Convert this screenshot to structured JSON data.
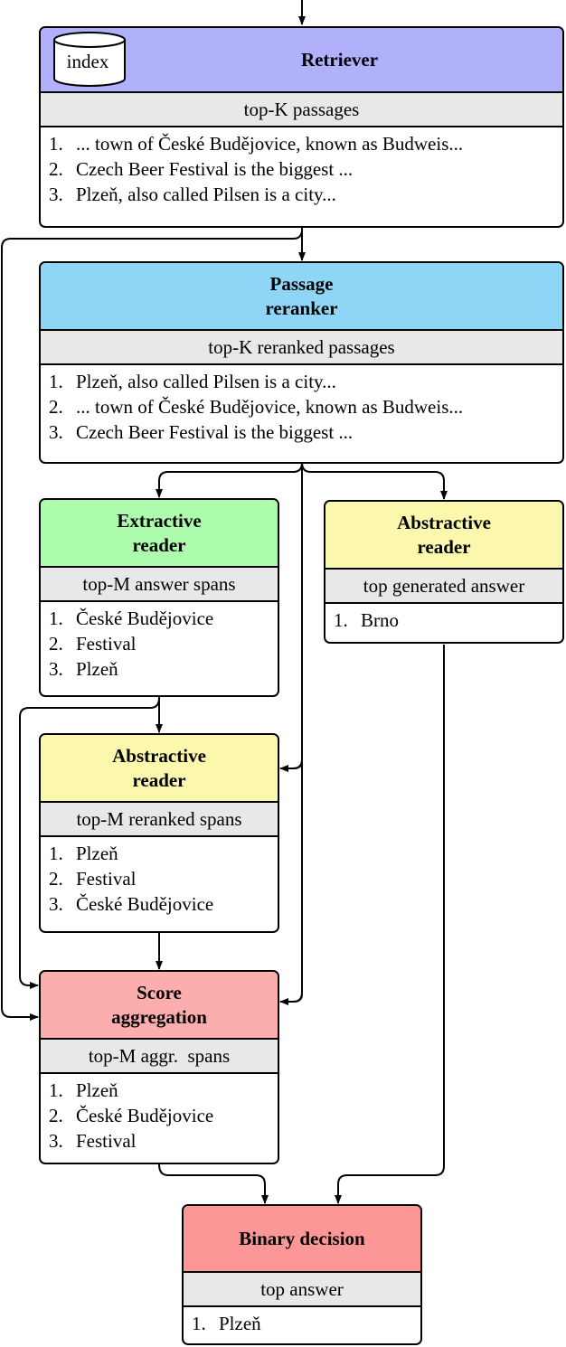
{
  "retriever": {
    "title": "Retriever",
    "index_label": "index",
    "subheader": "top-K passages",
    "items": [
      {
        "num": "1.",
        "text": "... town of České Budějovice, known as Budweis..."
      },
      {
        "num": "2.",
        "text": "Czech Beer Festival is the biggest ..."
      },
      {
        "num": "3.",
        "text": "Plzeň, also called Pilsen is a city..."
      }
    ]
  },
  "reranker": {
    "title_line1": "Passage",
    "title_line2": "reranker",
    "subheader": "top-K reranked passages",
    "items": [
      {
        "num": "1.",
        "text": "Plzeň, also called Pilsen is a city..."
      },
      {
        "num": "2.",
        "text": "... town of České Budějovice, known as Budweis..."
      },
      {
        "num": "3.",
        "text": "Czech Beer Festival is the biggest ..."
      }
    ]
  },
  "extractive": {
    "title_line1": "Extractive",
    "title_line2": "reader",
    "subheader": "top-M answer spans",
    "items": [
      {
        "num": "1.",
        "text": "České Budějovice"
      },
      {
        "num": "2.",
        "text": "Festival"
      },
      {
        "num": "3.",
        "text": "Plzeň"
      }
    ]
  },
  "abstractive_right": {
    "title_line1": "Abstractive",
    "title_line2": "reader",
    "subheader": "top generated answer",
    "items": [
      {
        "num": "1.",
        "text": "Brno"
      }
    ]
  },
  "abstractive_mid": {
    "title_line1": "Abstractive",
    "title_line2": "reader",
    "subheader": "top-M reranked spans",
    "items": [
      {
        "num": "1.",
        "text": "Plzeň"
      },
      {
        "num": "2.",
        "text": "Festival"
      },
      {
        "num": "3.",
        "text": "České Budějovice"
      }
    ]
  },
  "aggregation": {
    "title_line1": "Score",
    "title_line2": "aggregation",
    "subheader": "top-M aggr.  spans",
    "items": [
      {
        "num": "1.",
        "text": "Plzeň"
      },
      {
        "num": "2.",
        "text": "České Budějovice"
      },
      {
        "num": "3.",
        "text": "Festival"
      }
    ]
  },
  "binary": {
    "title": "Binary decision",
    "subheader": "top answer",
    "items": [
      {
        "num": "1.",
        "text": "Plzeň"
      }
    ]
  },
  "colors": {
    "retriever": "#b0b0fb",
    "reranker": "#8fd6f6",
    "extractive": "#adfbad",
    "abstractive": "#fbf7ad",
    "aggregation": "#fcadad",
    "binary": "#fc9797",
    "subheader": "#e8e8e8"
  }
}
